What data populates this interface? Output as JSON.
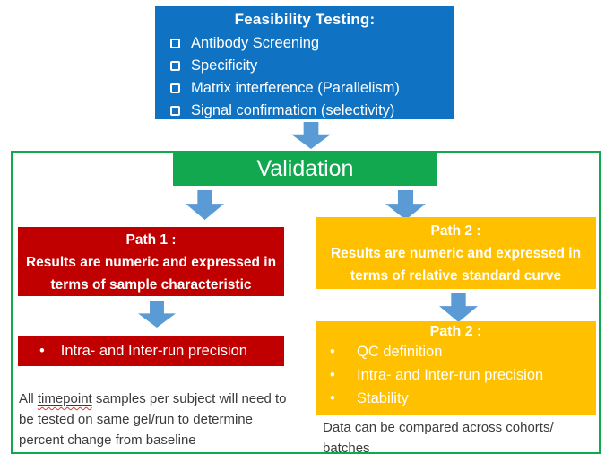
{
  "colors": {
    "feasibility_blue": "#0F72C2",
    "validation_green": "#12A850",
    "path1_red": "#C00000",
    "path2_yellow": "#FFC000",
    "arrow_blue": "#5B9BD5",
    "note_text": "#3B3B3B",
    "box_text": "#FFFFFF"
  },
  "feasibility": {
    "title": "Feasibility Testing:",
    "items": [
      "Antibody Screening",
      "Specificity",
      "Matrix interference (Parallelism)",
      "Signal confirmation (selectivity)"
    ]
  },
  "validation": {
    "label": "Validation"
  },
  "path1": {
    "title": "Path 1 :",
    "description": "Results are numeric and expressed in terms of sample characteristic",
    "result_item": "Intra- and Inter-run precision",
    "note": {
      "prefix": "All ",
      "underlined_word": "timepoint",
      "suffix": " samples per subject will need to be tested on same gel/run to determine percent change from baseline"
    }
  },
  "path2": {
    "title": "Path 2 :",
    "description": "Results are numeric and expressed in terms of relative standard curve",
    "result_title": "Path 2 :",
    "result_items": [
      "QC definition",
      "Intra- and Inter-run precision",
      "Stability"
    ],
    "note": "Data can be compared across cohorts/ batches"
  },
  "icons": {
    "checkbox": "empty-checkbox",
    "bullet": "•",
    "arrow": "down-arrow"
  }
}
